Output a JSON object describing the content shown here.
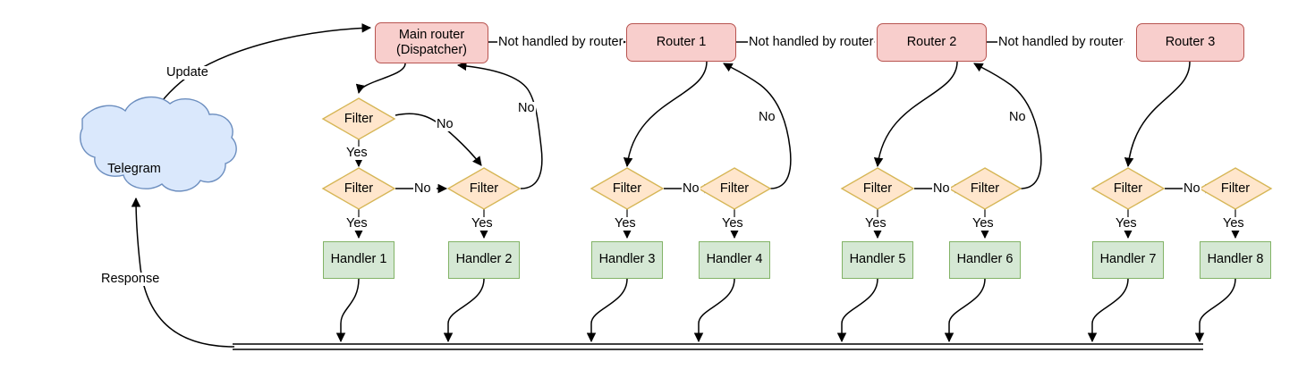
{
  "diagram": {
    "title": "Telegram bot update dispatch flow",
    "colors": {
      "router_fill": "#f8cecc",
      "router_stroke": "#b85450",
      "filter_fill": "#ffe6cc",
      "filter_stroke": "#d6b656",
      "handler_fill": "#d5e8d4",
      "handler_stroke": "#82b366",
      "cloud_fill": "#dae8fc",
      "cloud_stroke": "#6c8ebf",
      "edge_stroke": "#000000",
      "background": "#ffffff"
    },
    "cloud": {
      "label": "Telegram"
    },
    "routers": [
      {
        "id": "main-router",
        "label_line1": "Main router",
        "label_line2": "(Dispatcher)"
      },
      {
        "id": "router-1",
        "label_line1": "Router 1",
        "label_line2": ""
      },
      {
        "id": "router-2",
        "label_line1": "Router 2",
        "label_line2": ""
      },
      {
        "id": "router-3",
        "label_line1": "Router 3",
        "label_line2": ""
      }
    ],
    "filters": [
      {
        "id": "filter-a1",
        "label": "Filter"
      },
      {
        "id": "filter-a2",
        "label": "Filter"
      },
      {
        "id": "filter-a3",
        "label": "Filter"
      },
      {
        "id": "filter-b1",
        "label": "Filter"
      },
      {
        "id": "filter-b2",
        "label": "Filter"
      },
      {
        "id": "filter-c1",
        "label": "Filter"
      },
      {
        "id": "filter-c2",
        "label": "Filter"
      },
      {
        "id": "filter-d1",
        "label": "Filter"
      },
      {
        "id": "filter-d2",
        "label": "Filter"
      }
    ],
    "handlers": [
      {
        "id": "handler-1",
        "label": "Handler 1"
      },
      {
        "id": "handler-2",
        "label": "Handler 2"
      },
      {
        "id": "handler-3",
        "label": "Handler 3"
      },
      {
        "id": "handler-4",
        "label": "Handler 4"
      },
      {
        "id": "handler-5",
        "label": "Handler 5"
      },
      {
        "id": "handler-6",
        "label": "Handler 6"
      },
      {
        "id": "handler-7",
        "label": "Handler 7"
      },
      {
        "id": "handler-8",
        "label": "Handler 8"
      }
    ],
    "edge_labels": {
      "update": "Update",
      "response": "Response",
      "not_handled_1": "Not handled by router",
      "not_handled_2": "Not handled by router",
      "not_handled_3": "Not handled by router",
      "yes": "Yes",
      "no": "No",
      "a_no_top": "No",
      "a_no_right": "No",
      "a_no_mid": "No",
      "a_yes_1": "Yes",
      "a_yes_2": "Yes",
      "a_yes_3": "Yes",
      "b_no_right": "No",
      "b_no_mid": "No",
      "b_yes_1": "Yes",
      "b_yes_2": "Yes",
      "c_no_right": "No",
      "c_no_mid": "No",
      "c_yes_1": "Yes",
      "c_yes_2": "Yes",
      "d_no_mid": "No",
      "d_yes_1": "Yes",
      "d_yes_2": "Yes"
    }
  }
}
